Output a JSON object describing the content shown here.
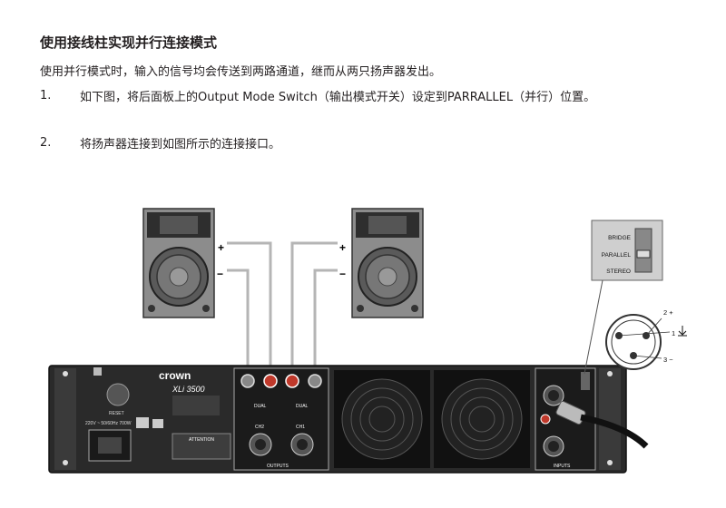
{
  "doc": {
    "heading": "使用接线柱实现并行连接模式",
    "intro": "使用并行模式时，输入的信号均会传送到两路通道，继而从两只扬声器发出。",
    "steps": [
      {
        "num": "1.",
        "text": "如下图，将后面板上的Output Mode Switch（输出模式开关）设定到PARRALLEL（并行）位置。"
      },
      {
        "num": "2.",
        "text": "将扬声器连接到如图所示的连接接口。"
      }
    ]
  },
  "diagram": {
    "speaker_left": {
      "plus": "+",
      "minus": "−"
    },
    "speaker_right": {
      "plus": "+",
      "minus": "−"
    },
    "switch": {
      "bridge": "BRIDGE",
      "parallel": "PARALLEL",
      "stereo": "STEREO"
    },
    "xlr_pins": {
      "pin2": "2 +",
      "pin1": "1",
      "pin3": "3 −"
    },
    "amp": {
      "brand": "crown",
      "model": "XLi 3500",
      "reset": "RESET",
      "voltage": "220V ~ 50/60Hz 700W",
      "attention": "ATTENTION",
      "ch1": "CH1",
      "ch2": "CH2",
      "dual": "DUAL",
      "outputs": "OUTPUTS",
      "inputs": "INPUTS"
    }
  }
}
